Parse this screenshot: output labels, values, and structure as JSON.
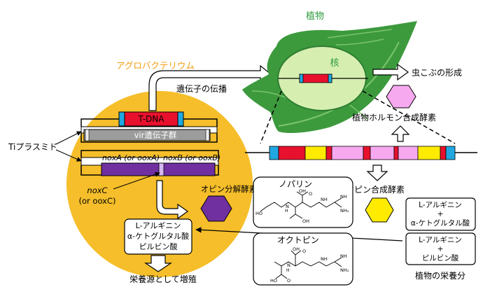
{
  "labels": {
    "plant": "植物",
    "nucleus": "核",
    "agrobacterium": "アグロバクテリウム",
    "gene_transfer": "遺伝子の伝播",
    "gall_formation": "虫こぶの形成",
    "plant_hormone_enzyme": "植物ホルモン合成酵素",
    "t_dna": "T-DNA",
    "vir_genes": "vir遺伝子群",
    "ti_plasmid": "Tiプラスミド",
    "noxA": "noxA (or ooxA)",
    "noxB": "noxB (or ooxB)",
    "noxC_line1": "noxC",
    "noxC_line2": "(or ooxC)",
    "opine_degradation_enzyme": "オピン分解酵素?",
    "opine_synthase": "オピン合成酵素",
    "nopaline": "ノパリン",
    "octopine": "オクトピン",
    "nutrient_source": "栄養源として増殖",
    "plant_nutrients": "植物の栄養分"
  },
  "boxes": {
    "degradation_products": [
      "L-アルギニン",
      "α-ケトグルタル酸",
      "ピルビン酸"
    ],
    "nutrients_top": [
      "L-アルギニン",
      "+",
      "α-ケトグルタル酸"
    ],
    "nutrients_bottom": [
      "L-アルギニン",
      "+",
      "ピルビン酸"
    ]
  },
  "chem": {
    "OH": "OH",
    "O": "O",
    "HO": "HO",
    "H": "H",
    "N": "N",
    "NH": "NH",
    "NH2": "NH₂"
  },
  "colors": {
    "bacterium_fill": "#f5be2a",
    "leaf_dark": "#3c9a3c",
    "leaf_light": "#8fd16a",
    "nucleus_fill": "#d6efb0",
    "t_dna_red": "#e8112d",
    "t_dna_blue": "#21a7e0",
    "plasmid_purple": "#7030a0",
    "hormone_pink": "#f7a9f0",
    "opine_synthase_yellow": "#ffeb00",
    "degradation_purple": "#7030a0",
    "label_orange": "#f39c12",
    "label_green": "#2e9b3e"
  }
}
